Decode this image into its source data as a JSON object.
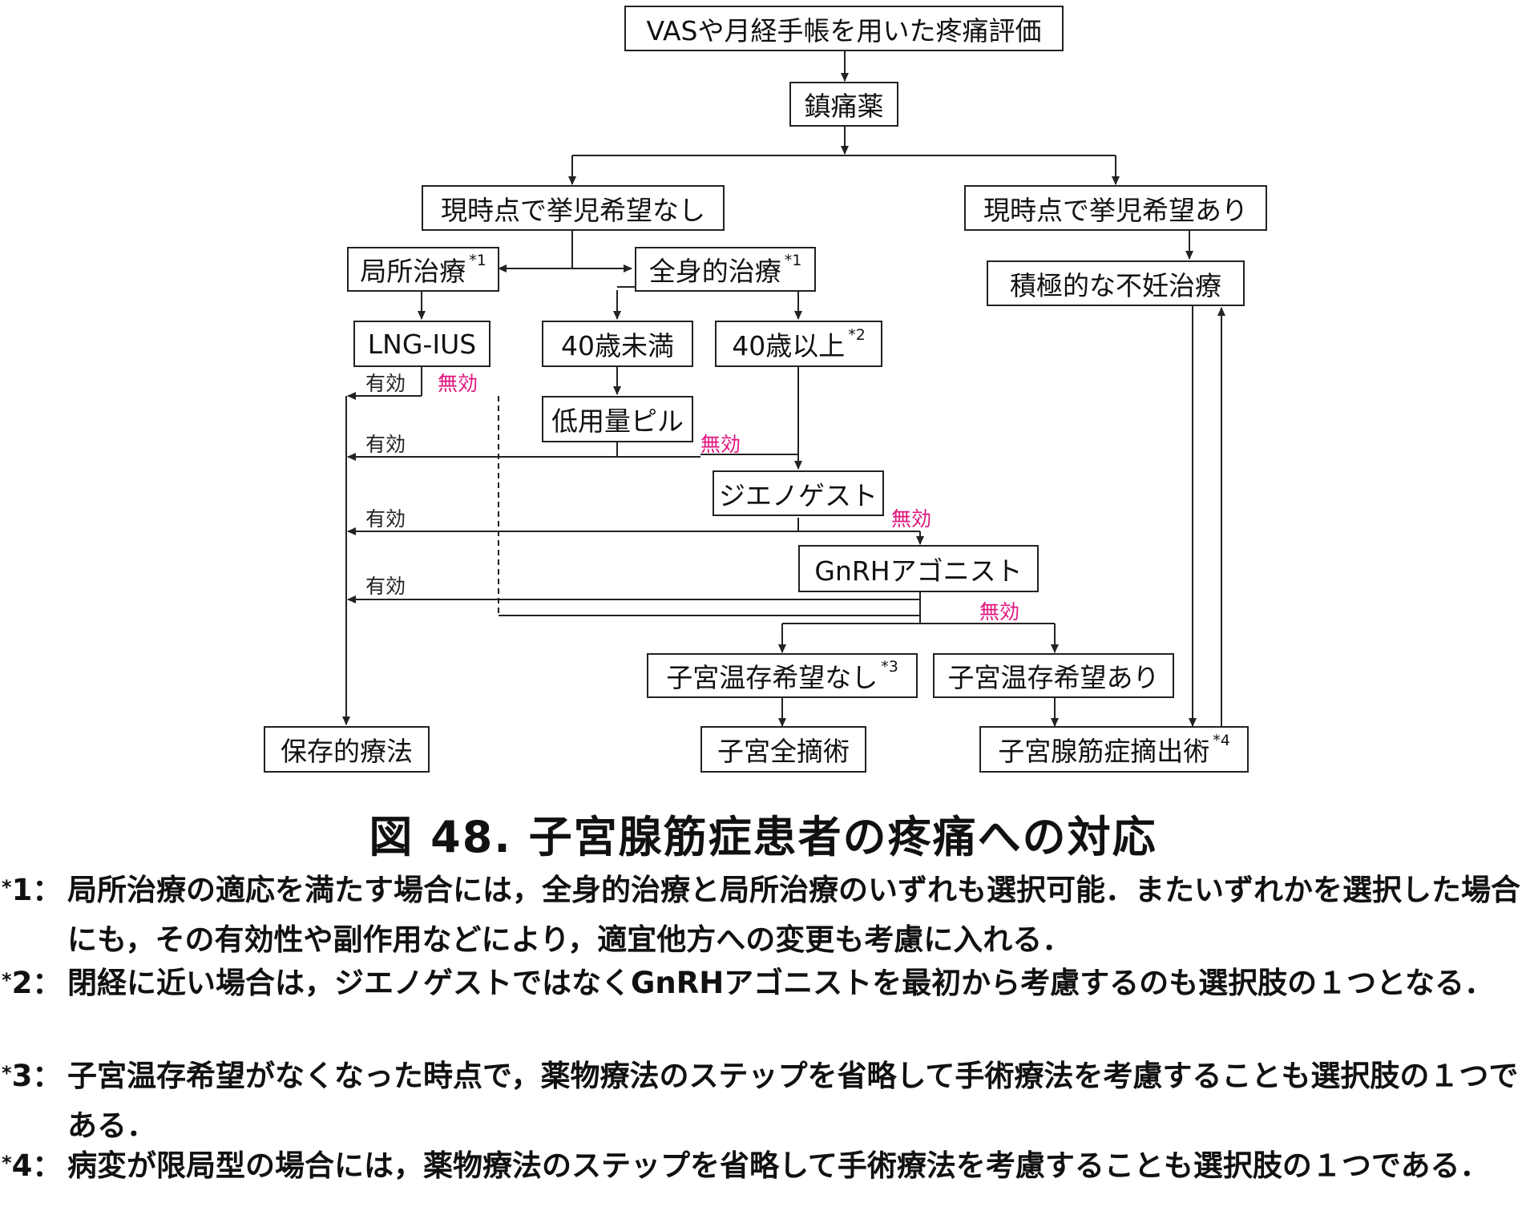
{
  "boxes": {
    "vas": "VASや月経手帳を用いた疼痛評価",
    "analgesic": "鎮痛薬",
    "no_wish": "現時点で挙児希望なし",
    "wish": "現時点で挙児希望あり",
    "local": "局所治療",
    "local_mark": "*1",
    "systemic": "全身的治療",
    "systemic_mark": "*1",
    "infertility": "積極的な不妊治療",
    "lng": "LNG-IUS",
    "under40": "40歳未満",
    "over40": "40歳以上",
    "over40_mark": "*2",
    "pill": "低用量ピル",
    "dienogest": "ジエノゲスト",
    "gnrh": "GnRHアゴニスト",
    "no_preserve": "子宮温存希望なし",
    "no_preserve_mark": "*3",
    "preserve": "子宮温存希望あり",
    "conservative": "保存的療法",
    "hysterectomy": "子宮全摘術",
    "adenomyomectomy": "子宮腺筋症摘出術",
    "adenomyomectomy_mark": "*4"
  },
  "labels": {
    "effective": "有効",
    "ineffective": "無効"
  },
  "colors": {
    "ineffective": "#e0157e"
  },
  "caption": "図 48.  子宮腺筋症患者の疼痛への対応",
  "notes": [
    {
      "num": "1：",
      "text": "局所治療の適応を満たす場合には，全身的治療と局所治療のいずれも選択可能．またいずれかを選択した場合にも，その有効性や副作用などにより，適宜他方への変更も考慮に入れる．"
    },
    {
      "num": "2：",
      "text": "閉経に近い場合は，ジエノゲストではなくGnRHアゴニストを最初から考慮するのも選択肢の１つとなる．"
    },
    {
      "num": "3：",
      "text": "子宮温存希望がなくなった時点で，薬物療法のステップを省略して手術療法を考慮することも選択肢の１つである．"
    },
    {
      "num": "4：",
      "text": "病変が限局型の場合には，薬物療法のステップを省略して手術療法を考慮することも選択肢の１つである．"
    }
  ],
  "note_marker": "*"
}
